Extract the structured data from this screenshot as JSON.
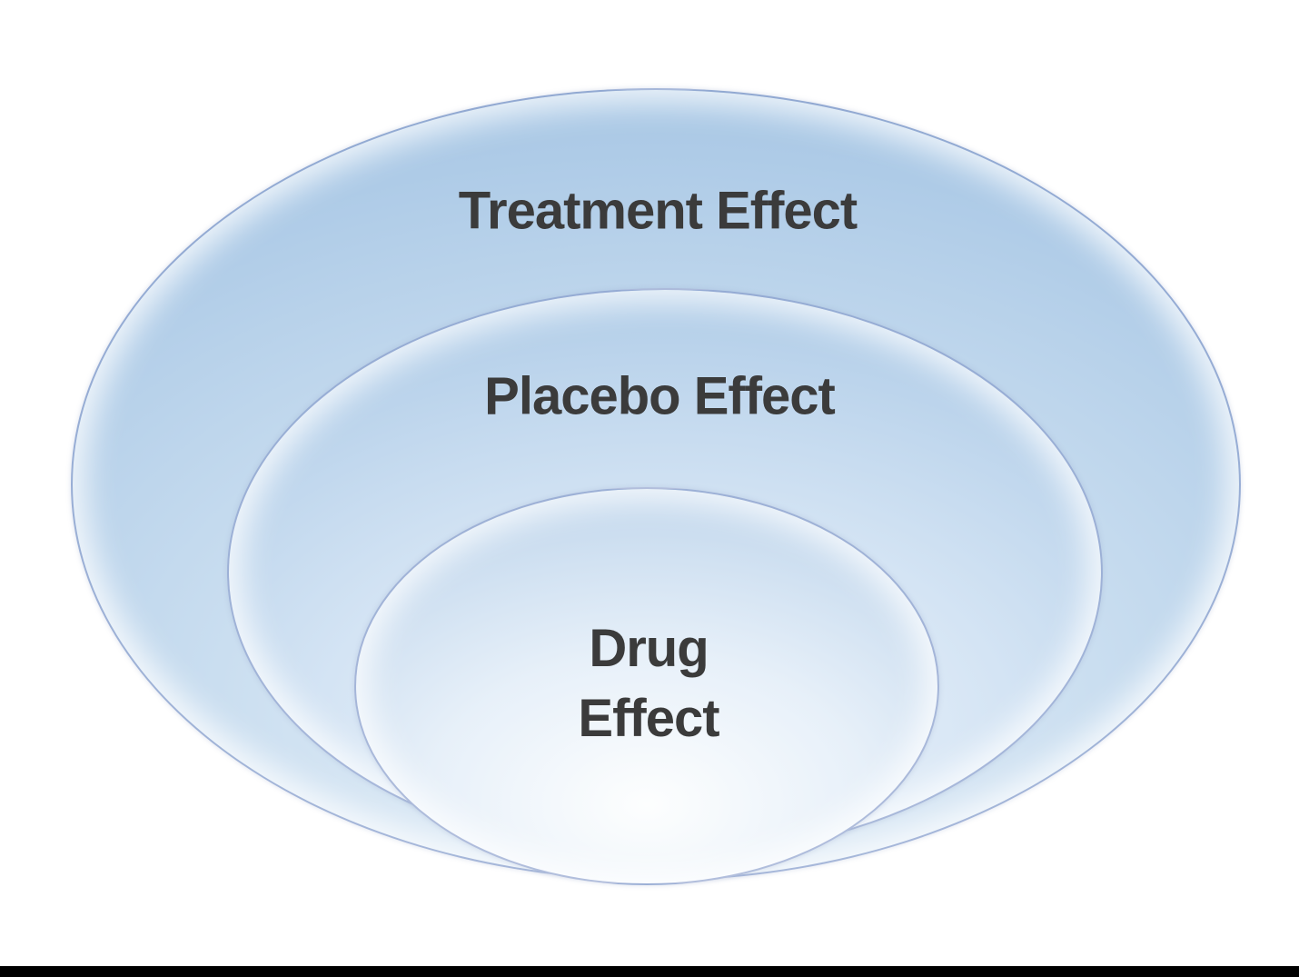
{
  "diagram": {
    "type": "nested-ellipses",
    "description_visible_text_only": true,
    "rings": [
      {
        "id": "treatment",
        "label": "Treatment Effect",
        "level": "outer"
      },
      {
        "id": "placebo",
        "label": "Placebo Effect",
        "level": "middle"
      },
      {
        "id": "drug",
        "label": "Drug Effect",
        "line1": "Drug",
        "line2": "Effect",
        "level": "inner"
      }
    ],
    "colors": {
      "ellipse_fill_edge": "#9ec0e0",
      "ellipse_fill_mid": "#c9ddef",
      "ellipse_fill_highlight": "#fdfefe",
      "ellipse_stroke": "#7d8fc3",
      "rim_highlight": "#ffffff",
      "label_text": "#3b3b3b",
      "background": "#ffffff",
      "footer_bar": "#000000"
    }
  }
}
